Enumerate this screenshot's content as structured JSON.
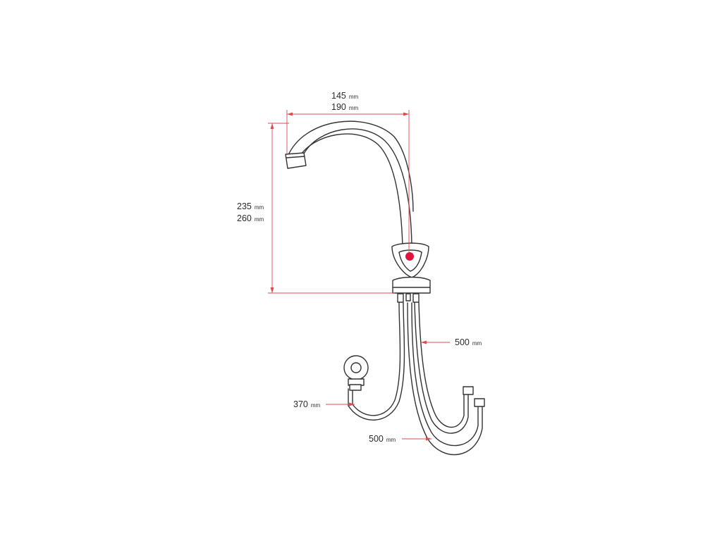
{
  "dimensions": {
    "top_width": {
      "value_a": "145",
      "value_b": "190",
      "unit": "mm"
    },
    "height": {
      "value_a": "235",
      "value_b": "260",
      "unit": "mm"
    },
    "hose_right": {
      "value": "500",
      "unit": "mm"
    },
    "hose_left": {
      "value": "370",
      "unit": "mm"
    },
    "hose_bottom": {
      "value": "500",
      "unit": "mm"
    }
  },
  "colors": {
    "outline": "#333333",
    "dimension": "#d94c50",
    "indicator": "#e0143c"
  }
}
